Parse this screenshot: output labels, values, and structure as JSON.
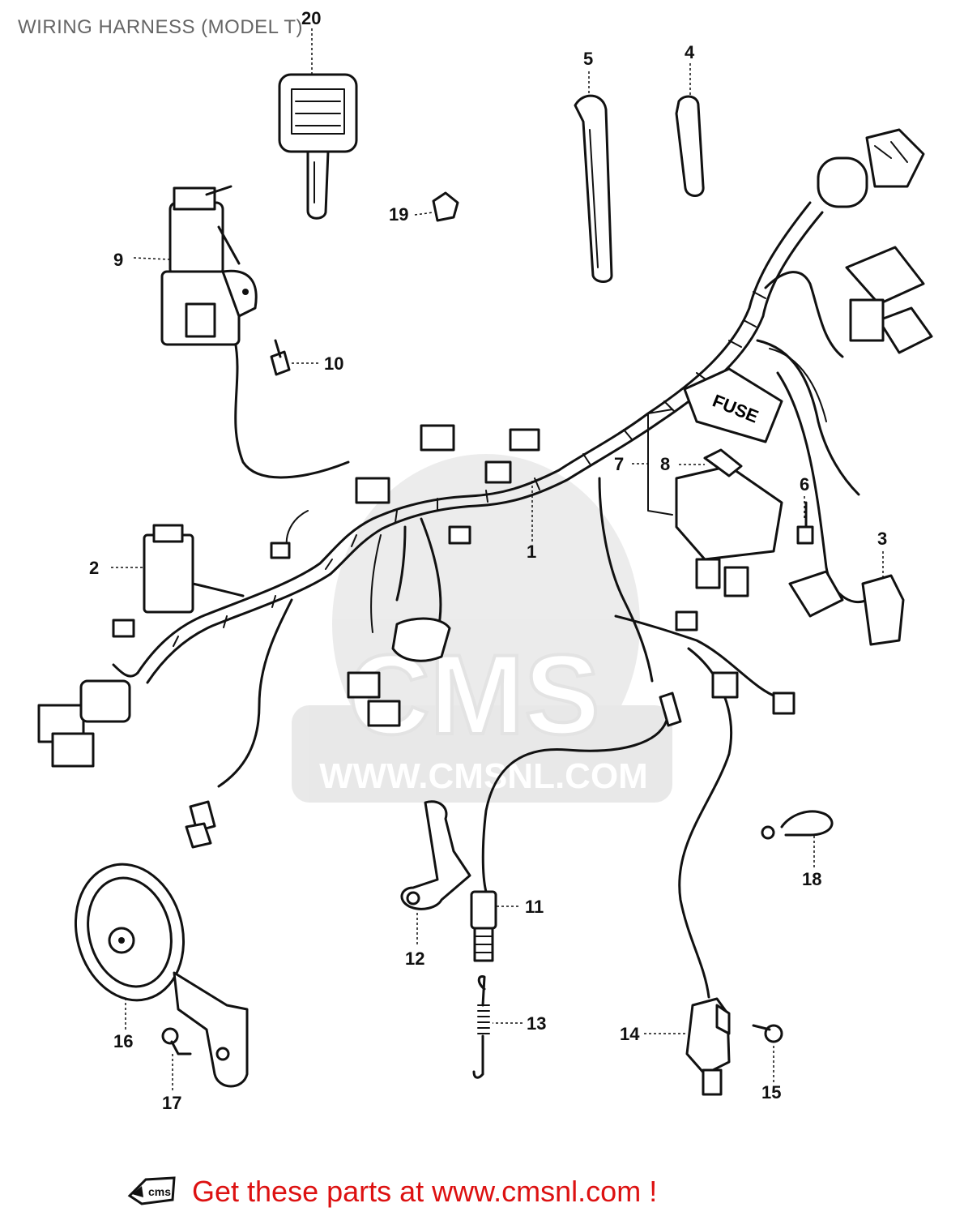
{
  "page": {
    "title": "WIRING HARNESS (MODEL T)",
    "footer_text": "Get these parts at www.cmsnl.com !",
    "accent_color": "#dd1111",
    "title_color": "#666666"
  },
  "watermark": {
    "logo_text": "CMS",
    "url_text": "WWW.CMSNL.COM"
  },
  "fuse_label": "FUSE",
  "callouts": [
    "1",
    "2",
    "3",
    "4",
    "5",
    "6",
    "7",
    "8",
    "9",
    "10",
    "11",
    "12",
    "13",
    "14",
    "15",
    "16",
    "17",
    "18",
    "19",
    "20"
  ]
}
